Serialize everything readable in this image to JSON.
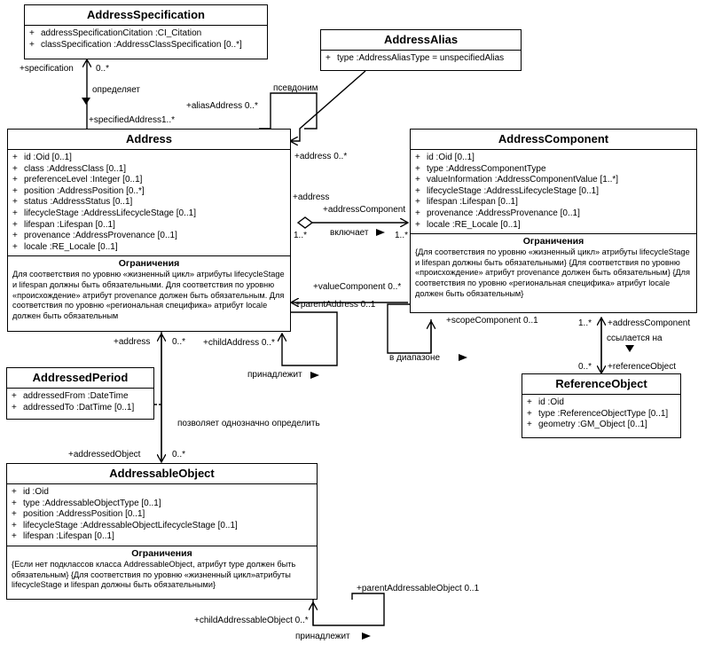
{
  "classes": {
    "address_specification": {
      "name": "AddressSpecification",
      "attributes": [
        {
          "vis": "+",
          "text": "addressSpecificationCitation  :CI_Citation"
        },
        {
          "vis": "+",
          "text": "classSpecification  :AddressClassSpecification [0..*]"
        }
      ]
    },
    "address_alias": {
      "name": "AddressAlias",
      "attributes": [
        {
          "vis": "+",
          "text": "type  :AddressAliasType = unspecifiedAlias"
        }
      ]
    },
    "address": {
      "name": "Address",
      "attributes": [
        {
          "vis": "+",
          "text": "id  :Oid [0..1]"
        },
        {
          "vis": "+",
          "text": "class  :AddressClass [0..1]"
        },
        {
          "vis": "+",
          "text": "preferenceLevel  :Integer [0..1]"
        },
        {
          "vis": "+",
          "text": "position  :AddressPosition [0..*]"
        },
        {
          "vis": "+",
          "text": "status  :AddressStatus [0..1]"
        },
        {
          "vis": "+",
          "text": "lifecycleStage  :AddressLifecycleStage [0..1]"
        },
        {
          "vis": "+",
          "text": "lifespan  :Lifespan [0..1]"
        },
        {
          "vis": "+",
          "text": "provenance  :AddressProvenance [0..1]"
        },
        {
          "vis": "+",
          "text": "locale  :RE_Locale [0..1]"
        }
      ],
      "constraints_title": "Ограничения",
      "constraints": "Для соответствия по уровню «жизненный цикл» атрибуты lifecycleStage и lifespan должны быть обязательными. Для соответствия по уровню «происхождение» атрибут provenance должен быть обязательным. Для соответствия по уровню «региональная специфика» атрибут locale должен быть обязательным"
    },
    "address_component": {
      "name": "AddressComponent",
      "attributes": [
        {
          "vis": "+",
          "text": "id  :Oid [0..1]"
        },
        {
          "vis": "+",
          "text": "type  :AddressComponentType"
        },
        {
          "vis": "+",
          "text": "valueInformation  :AddressComponentValue [1..*]"
        },
        {
          "vis": "+",
          "text": "lifecycleStage  :AddressLifecycleStage [0..1]"
        },
        {
          "vis": "+",
          "text": "lifespan  :Lifespan [0..1]"
        },
        {
          "vis": "+",
          "text": "provenance  :AddressProvenance [0..1]"
        },
        {
          "vis": "+",
          "text": "locale  :RE_Locale [0..1]"
        }
      ],
      "constraints_title": "Ограничения",
      "constraints": "{Для соответствия по уровню «жизненный цикл» атрибуты lifecycleStage и lifespan должны быть обязательными} {Для соответствия по уровню «происхождение» атрибут provenance должен быть обязательным} {Для соответствия по уровню «региональная специфика» атрибут locale должен быть обязательным}"
    },
    "reference_object": {
      "name": "ReferenceObject",
      "attributes": [
        {
          "vis": "+",
          "text": "id  :Oid"
        },
        {
          "vis": "+",
          "text": "type  :ReferenceObjectType [0..1]"
        },
        {
          "vis": "+",
          "text": "geometry  :GM_Object [0..1]"
        }
      ]
    },
    "addressed_period": {
      "name": "AddressedPeriod",
      "attributes": [
        {
          "vis": "+",
          "text": "addressedFrom  :DateTime"
        },
        {
          "vis": "+",
          "text": "addressedTo  :DatTime [0..1]"
        }
      ]
    },
    "addressable_object": {
      "name": "AddressableObject",
      "attributes": [
        {
          "vis": "+",
          "text": "id  :Oid"
        },
        {
          "vis": "+",
          "text": "type  :AddressableObjectType [0..1]"
        },
        {
          "vis": "+",
          "text": "position  :AddressPosition [0..1]"
        },
        {
          "vis": "+",
          "text": "lifecycleStage  :AddressableObjectLifecycleStage [0..1]"
        },
        {
          "vis": "+",
          "text": "lifespan  :Lifespan [0..1]"
        }
      ],
      "constraints_title": "Ограничения",
      "constraints": "{Если нет подклассов класса AddressableObject, атрибут type должен быть обязательным} {Для соответствия по уровню «жизненный цикл»атрибуты lifecycleStage и lifespan должны быть обязательными}"
    }
  },
  "labels": {
    "specification": "+specification",
    "spec_mult": "0..*",
    "defines": "определяет",
    "specified_address": "+specifiedAddress1..*",
    "alias_address": "+aliasAddress 0..*",
    "pseudonym": "псевдоним",
    "address_alias_end": "+address 0..*",
    "address_role": "+address",
    "address_component_role": "+addressComponent",
    "includes": "включает",
    "mult_1_left": "1..*",
    "mult_1_right": "1..*",
    "value_component": "+valueComponent 0..*",
    "parent_address": "+parentAddress 0..1",
    "child_address": "+childAddress 0..*",
    "belongs_to_1": "принадлежит",
    "scope_component": "+scopeComponent 0..1",
    "in_range": "в диапазоне",
    "address_component_ref": "+addressComponent",
    "ref_mult_top": "1..*",
    "refers_to": "ссылается на",
    "ref_mult_bottom": "0..*",
    "reference_object_role": "+referenceObject",
    "address_down": "+address",
    "address_down_mult": "0..*",
    "uniquely_identify": "позволяет однозначно определить",
    "addressed_object": "+addressedObject",
    "addressed_object_mult": "0..*",
    "parent_addressable": "+parentAddressableObject 0..1",
    "child_addressable": "+childAddressableObject 0..*",
    "belongs_to_2": "принадлежит"
  }
}
